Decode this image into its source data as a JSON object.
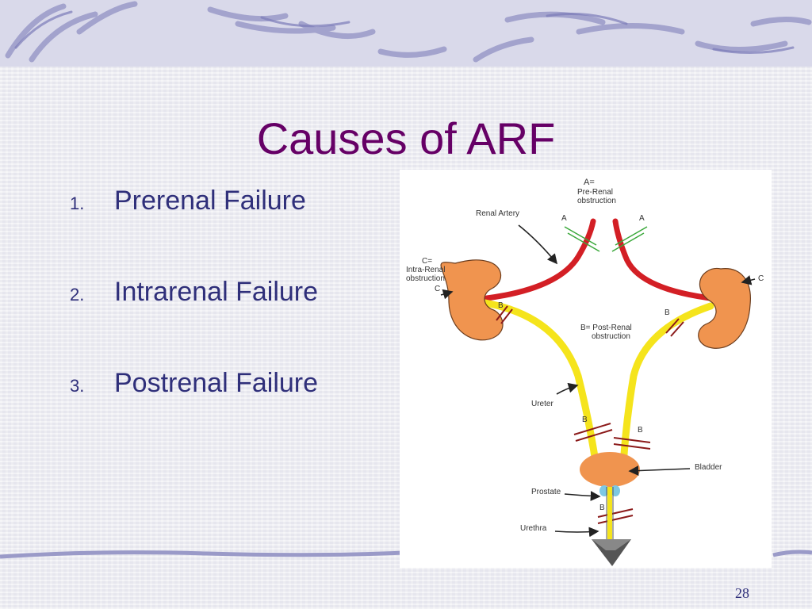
{
  "slide": {
    "title": "Causes of ARF",
    "page_number": "28",
    "bullets": [
      {
        "num": "1.",
        "text": "Prerenal Failure"
      },
      {
        "num": "2.",
        "text": "Intrarenal Failure"
      },
      {
        "num": "3.",
        "text": "Postrenal Failure"
      }
    ]
  },
  "diagram": {
    "labels": {
      "a_eq": "A=",
      "pre_renal": "Pre-Renal",
      "pre_obstruction": "obstruction",
      "renal_artery": "Renal Artery",
      "a_left": "A",
      "a_right": "A",
      "c_eq": "C=",
      "intra_renal": "Intra-Renal",
      "intra_obstruction": "obstruction",
      "c_left": "C",
      "c_right": "C",
      "b_left_upper": "B",
      "b_right_upper": "B",
      "b_eq": "B= Post-Renal",
      "post_obstruction": "obstruction",
      "ureter": "Ureter",
      "b_left_lower": "B",
      "b_right_lower": "B",
      "bladder": "Bladder",
      "prostate": "Prostate",
      "b_urethra": "B",
      "urethra": "Urethra"
    },
    "colors": {
      "kidney": "#f0944f",
      "artery": "#d31f25",
      "ureter": "#f5e41c",
      "pre_renal_mark": "#3aa83a",
      "post_renal_mark": "#8b1a1a",
      "prostate": "#7ec8e3",
      "urethra_funnel": "#555555"
    }
  },
  "theme": {
    "title_color": "#660066",
    "text_color": "#2f2f7a",
    "band_color": "#d9d9ea",
    "wave_color": "#9a9ac8"
  }
}
